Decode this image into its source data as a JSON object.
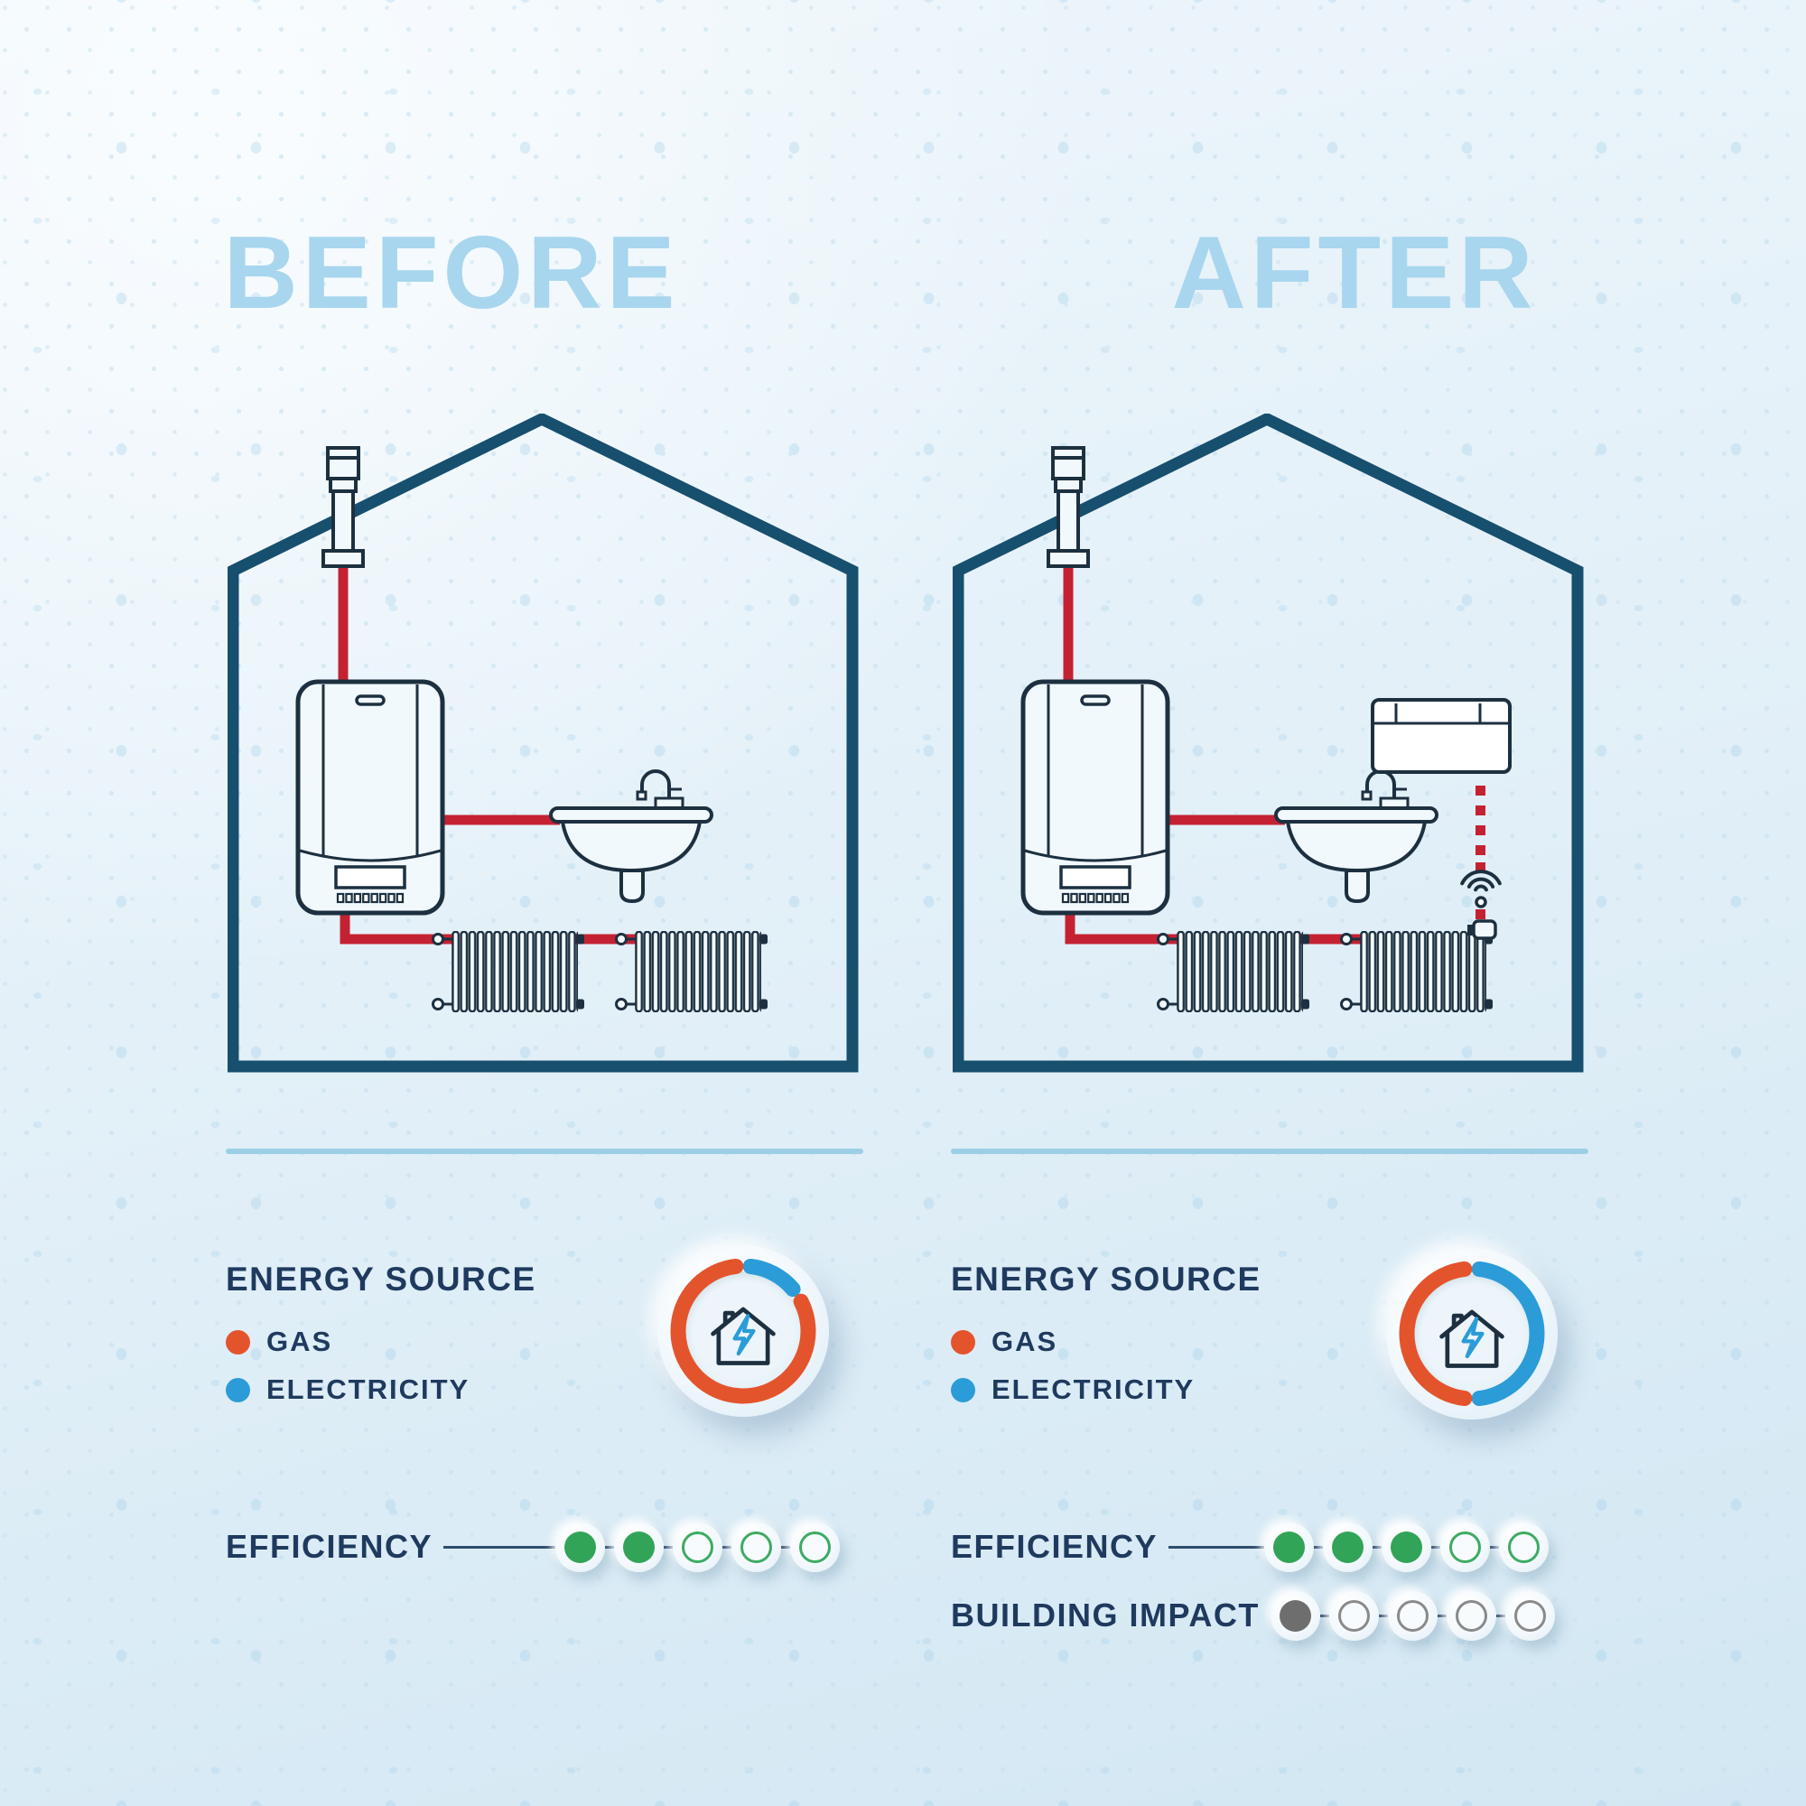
{
  "titles": {
    "before": "BEFORE",
    "after": "AFTER"
  },
  "panels": [
    {
      "title": "BEFORE",
      "energy_header": "ENERGY SOURCE",
      "legend": [
        {
          "label": "GAS",
          "color": "#e4542c"
        },
        {
          "label": "ELECTRICITY",
          "color": "#2b9cd8"
        }
      ],
      "donut": {
        "type": "donut",
        "segments": [
          {
            "name": "ELECTRICITY",
            "pct": 13,
            "color": "#2b9cd8"
          },
          {
            "name": "GAS",
            "pct": 87,
            "color": "#e4542c"
          }
        ]
      },
      "ratings": [
        {
          "label": "EFFICIENCY",
          "value": 2,
          "max": 5,
          "fill": "#31a457",
          "outline": "#3dab62"
        }
      ]
    },
    {
      "title": "AFTER",
      "energy_header": "ENERGY SOURCE",
      "legend": [
        {
          "label": "GAS",
          "color": "#e4542c"
        },
        {
          "label": "ELECTRICITY",
          "color": "#2b9cd8"
        }
      ],
      "donut": {
        "type": "donut",
        "segments": [
          {
            "name": "ELECTRICITY",
            "pct": 50,
            "color": "#2b9cd8"
          },
          {
            "name": "GAS",
            "pct": 50,
            "color": "#e4542c"
          }
        ]
      },
      "ratings": [
        {
          "label": "EFFICIENCY",
          "value": 3,
          "max": 5,
          "fill": "#31a457",
          "outline": "#3dab62"
        },
        {
          "label": "BUILDING IMPACT",
          "value": 1,
          "max": 5,
          "fill": "#6e6e6e",
          "outline": "#8a8a8a"
        }
      ]
    }
  ]
}
